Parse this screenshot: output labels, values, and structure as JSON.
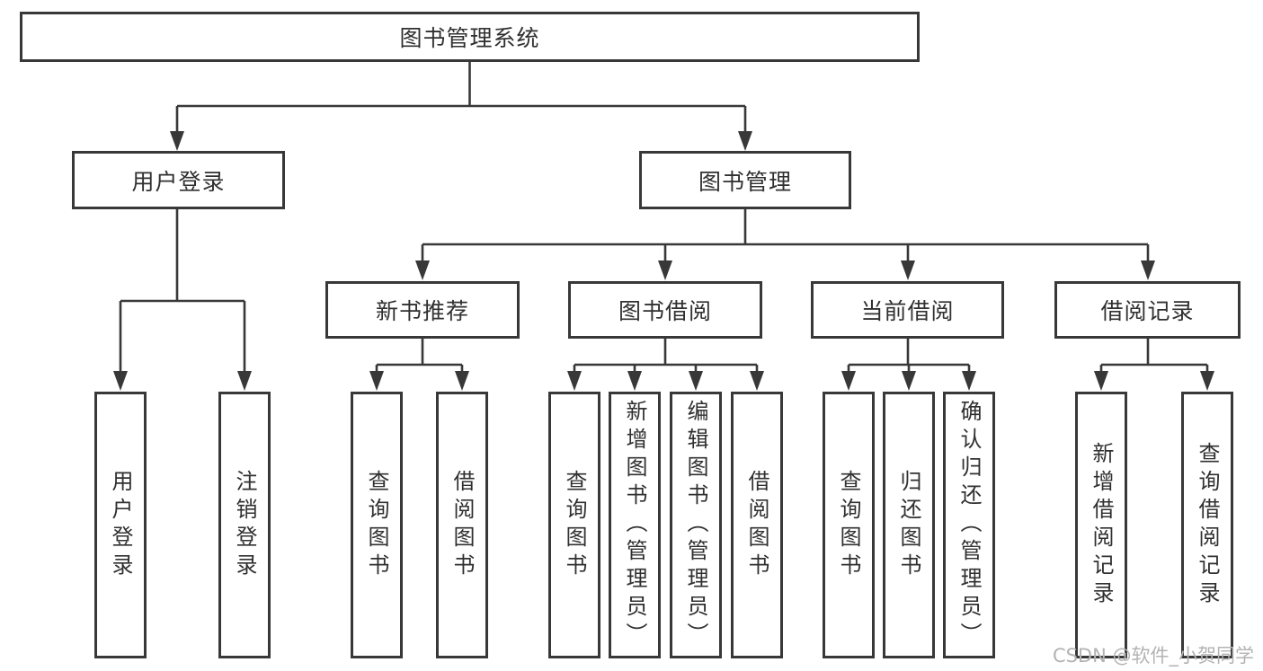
{
  "tree": {
    "root": {
      "label": "图书管理系统"
    },
    "l2": [
      {
        "label": "用户登录",
        "children": [
          {
            "label": "用户登录"
          },
          {
            "label": "注销登录"
          }
        ]
      },
      {
        "label": "图书管理",
        "children": [
          {
            "label": "新书推荐",
            "children": [
              {
                "label": "查询图书"
              },
              {
                "label": "借阅图书"
              }
            ]
          },
          {
            "label": "图书借阅",
            "children": [
              {
                "label": "查询图书"
              },
              {
                "label": "新增图书（管理员）"
              },
              {
                "label": "编辑图书（管理员）"
              },
              {
                "label": "借阅图书"
              }
            ]
          },
          {
            "label": "当前借阅",
            "children": [
              {
                "label": "查询图书"
              },
              {
                "label": "归还图书"
              },
              {
                "label": "确认归还（管理员）"
              }
            ]
          },
          {
            "label": "借阅记录",
            "children": [
              {
                "label": "新增借阅记录"
              },
              {
                "label": "查询借阅记录"
              }
            ]
          }
        ]
      }
    ]
  },
  "watermark": {
    "text": "CSDN @软件_小贺同学"
  },
  "colors": {
    "line": "#383838",
    "text": "#303030",
    "watermark": "#b3b3b3",
    "background": "#ffffff"
  }
}
